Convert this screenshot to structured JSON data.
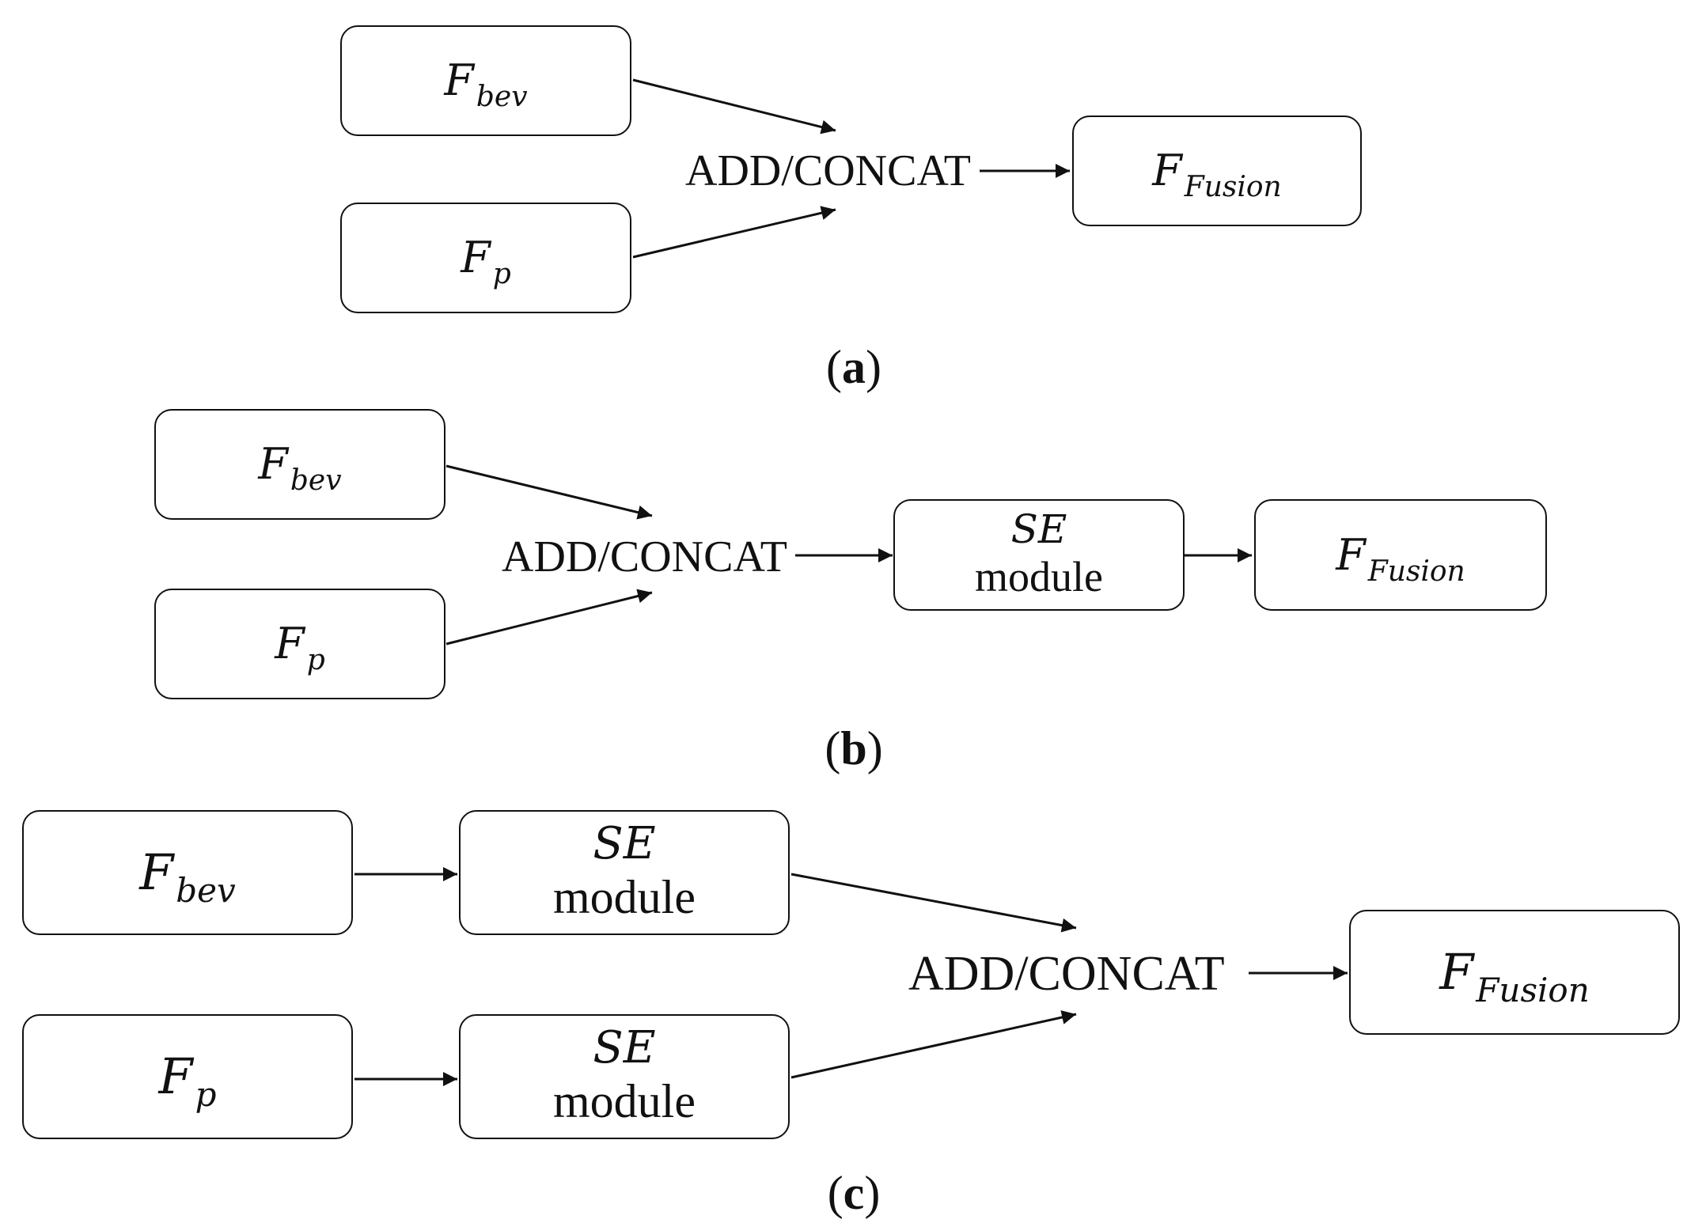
{
  "labels": {
    "F": "F",
    "bev": "bev",
    "p": "p",
    "fusion": "Fusion",
    "se": "SE",
    "module": "module",
    "op": "ADD/CONCAT"
  },
  "captions": {
    "a": "a",
    "b": "b",
    "c": "c"
  }
}
